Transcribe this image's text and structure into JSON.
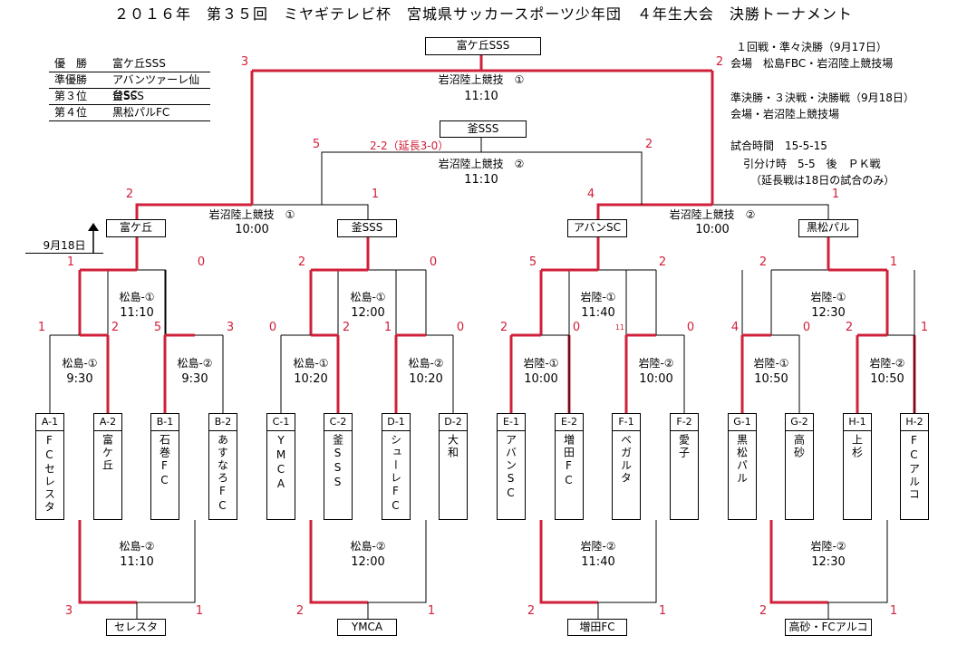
{
  "title": "２０１６年　第３５回　ミヤギテレビ杯　宮城県サッカースポーツ少年団　４年生大会　決勝トーナメント",
  "results": [
    {
      "pos": "優　勝",
      "team": "富ケ丘SSS"
    },
    {
      "pos": "準優勝",
      "team": "アバンツァーレ仙台SC"
    },
    {
      "pos": "第３位",
      "team": "釜SSS"
    },
    {
      "pos": "第４位",
      "team": "黒松パルFC"
    }
  ],
  "info": {
    "line1": "１回戦・準々決勝（9月17日）",
    "line2": "会場　松島FBC・岩沼陸上競技場",
    "line3": "準決勝・３決戦・決勝戦（9月18日）",
    "line4": "会場・岩沼陸上競技場",
    "line5": "試合時間　15-5-15",
    "line6": "引分け時　5-5　後　ＰＫ戦",
    "line7": "（延長戦は18日の試合のみ）"
  },
  "date_label": "9月18日",
  "final": {
    "winner": "富ケ丘SSS",
    "venue": "岩沼陸上競技　①",
    "time": "11:10",
    "score_left": "3",
    "score_right": "2"
  },
  "third": {
    "winner": "釜SSS",
    "venue": "岩沼陸上競技　②",
    "time": "11:10",
    "score_left": "5",
    "score_right": "2",
    "note": "2-2（延長3-0）"
  },
  "semis": [
    {
      "venue": "岩沼陸上競技　①",
      "time": "10:00"
    },
    {
      "venue": "岩沼陸上競技　②",
      "time": "10:00"
    }
  ],
  "semi_teams": [
    "富ケ丘",
    "釜SSS",
    "アバンSC",
    "黒松パル"
  ],
  "semi_scores": [
    "2",
    "1",
    "4",
    "1"
  ],
  "qf": [
    {
      "venue": "松島-①",
      "time": "11:10",
      "s1": "1",
      "s2": "0"
    },
    {
      "venue": "松島-①",
      "time": "12:00",
      "s1": "2",
      "s2": "0"
    },
    {
      "venue": "岩陸-①",
      "time": "11:40",
      "s1": "5",
      "s2": "2"
    },
    {
      "venue": "岩陸-①",
      "time": "12:30",
      "s1": "2",
      "s2": "1"
    }
  ],
  "r1": [
    {
      "venue": "松島-①",
      "time": "9:30",
      "s1": "1",
      "s2": "2"
    },
    {
      "venue": "松島-②",
      "time": "9:30",
      "s1": "5",
      "s2": "3"
    },
    {
      "venue": "松島-①",
      "time": "10:20",
      "s1": "0",
      "s2": "2"
    },
    {
      "venue": "松島-②",
      "time": "10:20",
      "s1": "1",
      "s2": "0"
    },
    {
      "venue": "岩陸-①",
      "time": "10:00",
      "s1": "2",
      "s2": "0"
    },
    {
      "venue": "岩陸-②",
      "time": "10:00",
      "s1": "11",
      "s2": "0"
    },
    {
      "venue": "岩陸-①",
      "time": "10:50",
      "s1": "4",
      "s2": "0"
    },
    {
      "venue": "岩陸-②",
      "time": "10:50",
      "s1": "2",
      "s2": "1"
    }
  ],
  "teams": [
    {
      "code": "A-1",
      "name": "FCセレスタ"
    },
    {
      "code": "A-2",
      "name": "富ケ丘"
    },
    {
      "code": "B-1",
      "name": "石巻FC"
    },
    {
      "code": "B-2",
      "name": "あすなろFC"
    },
    {
      "code": "C-1",
      "name": "YMCA"
    },
    {
      "code": "C-2",
      "name": "釜SSS"
    },
    {
      "code": "D-1",
      "name": "シューレFC"
    },
    {
      "code": "D-2",
      "name": "大和"
    },
    {
      "code": "E-1",
      "name": "アバンSC"
    },
    {
      "code": "E-2",
      "name": "増田FC"
    },
    {
      "code": "F-1",
      "name": "ベガルタ"
    },
    {
      "code": "F-2",
      "name": "愛子"
    },
    {
      "code": "G-1",
      "name": "黒松パル"
    },
    {
      "code": "G-2",
      "name": "高砂"
    },
    {
      "code": "H-1",
      "name": "上杉"
    },
    {
      "code": "H-2",
      "name": "FCアルコ"
    }
  ],
  "consolation": [
    {
      "venue": "松島-②",
      "time": "11:10",
      "s1": "3",
      "s2": "1",
      "winner": "セレスタ"
    },
    {
      "venue": "松島-②",
      "time": "12:00",
      "s1": "2",
      "s2": "1",
      "winner": "YMCA"
    },
    {
      "venue": "岩陸-②",
      "time": "11:40",
      "s1": "2",
      "s2": "1",
      "winner": "増田FC"
    },
    {
      "venue": "岩陸-②",
      "time": "12:30",
      "s1": "2",
      "s2": "1",
      "winner": "高砂・FCアルコ"
    }
  ],
  "colors": {
    "win": "#d0203a",
    "line": "#000000"
  }
}
